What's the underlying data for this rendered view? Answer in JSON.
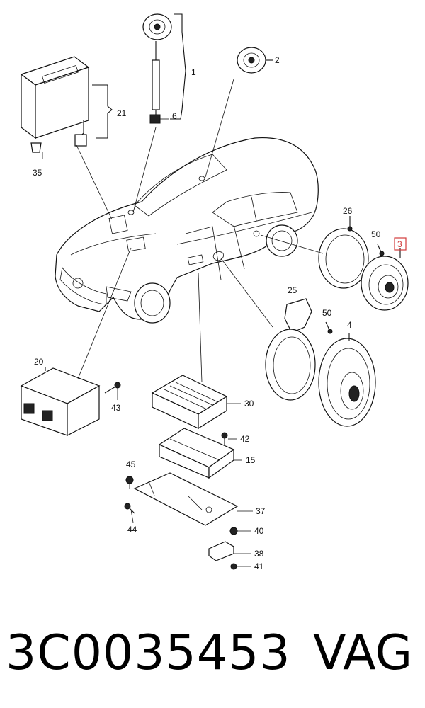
{
  "diagram": {
    "callouts": {
      "c1": "1",
      "c2": "2",
      "c3": "3",
      "c4": "4",
      "c6": "6",
      "c15": "15",
      "c20": "20",
      "c21": "21",
      "c25": "25",
      "c26": "26",
      "c30": "30",
      "c35": "35",
      "c37": "37",
      "c38": "38",
      "c40": "40",
      "c41": "41",
      "c42": "42",
      "c43": "43",
      "c44": "44",
      "c45": "45",
      "c50a": "50",
      "c50b": "50"
    },
    "highlighted_callout": "3",
    "highlight_color": "#d23b3b"
  },
  "caption": {
    "part_number": "3C0035453",
    "brand": "VAG"
  }
}
